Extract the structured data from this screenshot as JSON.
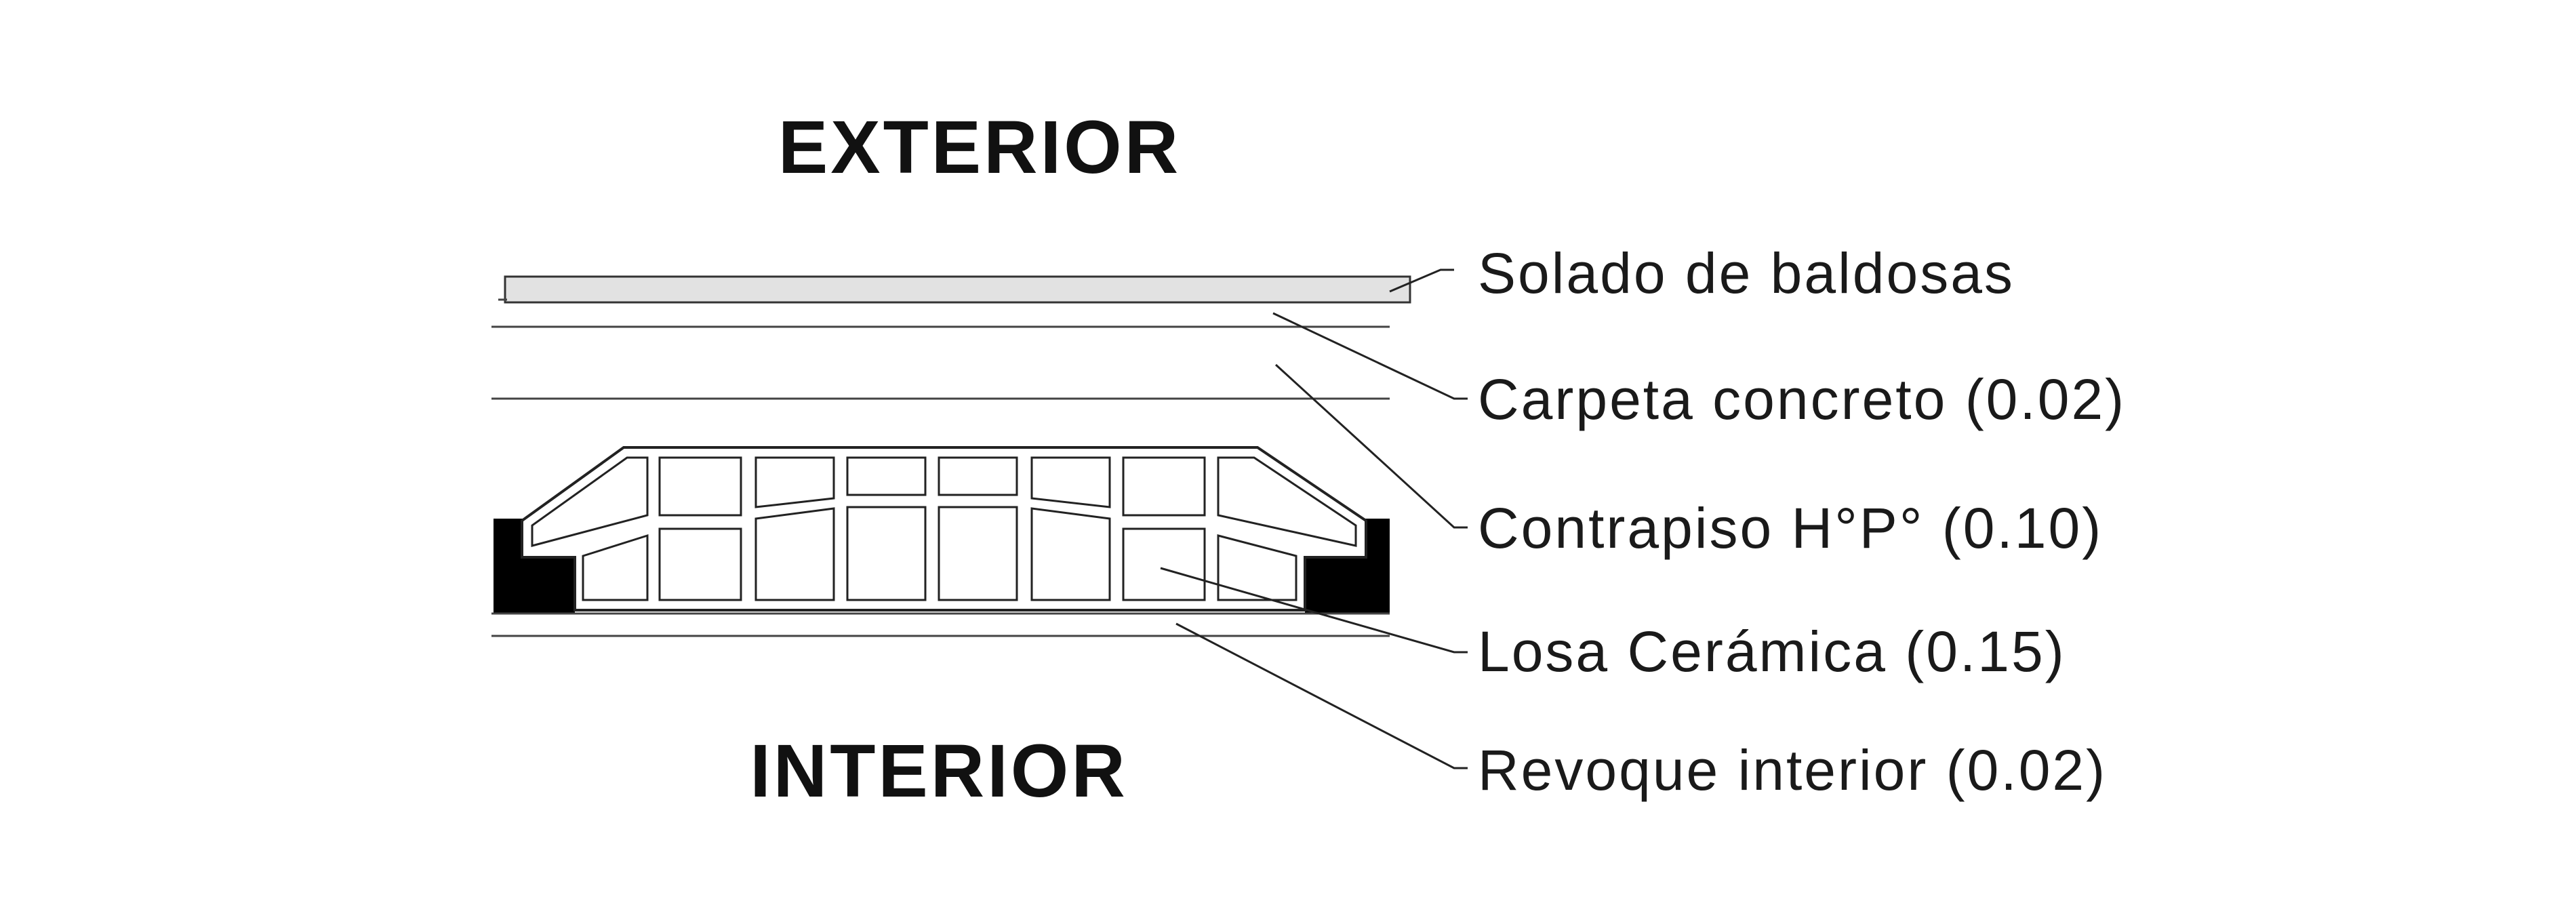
{
  "headings": {
    "top": "EXTERIOR",
    "bottom": "INTERIOR"
  },
  "layers": [
    {
      "label": "Solado de baldosas"
    },
    {
      "label": "Carpeta concreto (0.02)"
    },
    {
      "label": "Contrapiso H°P° (0.10)"
    },
    {
      "label": "Losa Cerámica (0.15)"
    },
    {
      "label": "Revoque interior (0.02)"
    }
  ],
  "colors": {
    "tile_fill": "#e2e2e2",
    "beam_fill": "#000000",
    "line": "#444444"
  }
}
